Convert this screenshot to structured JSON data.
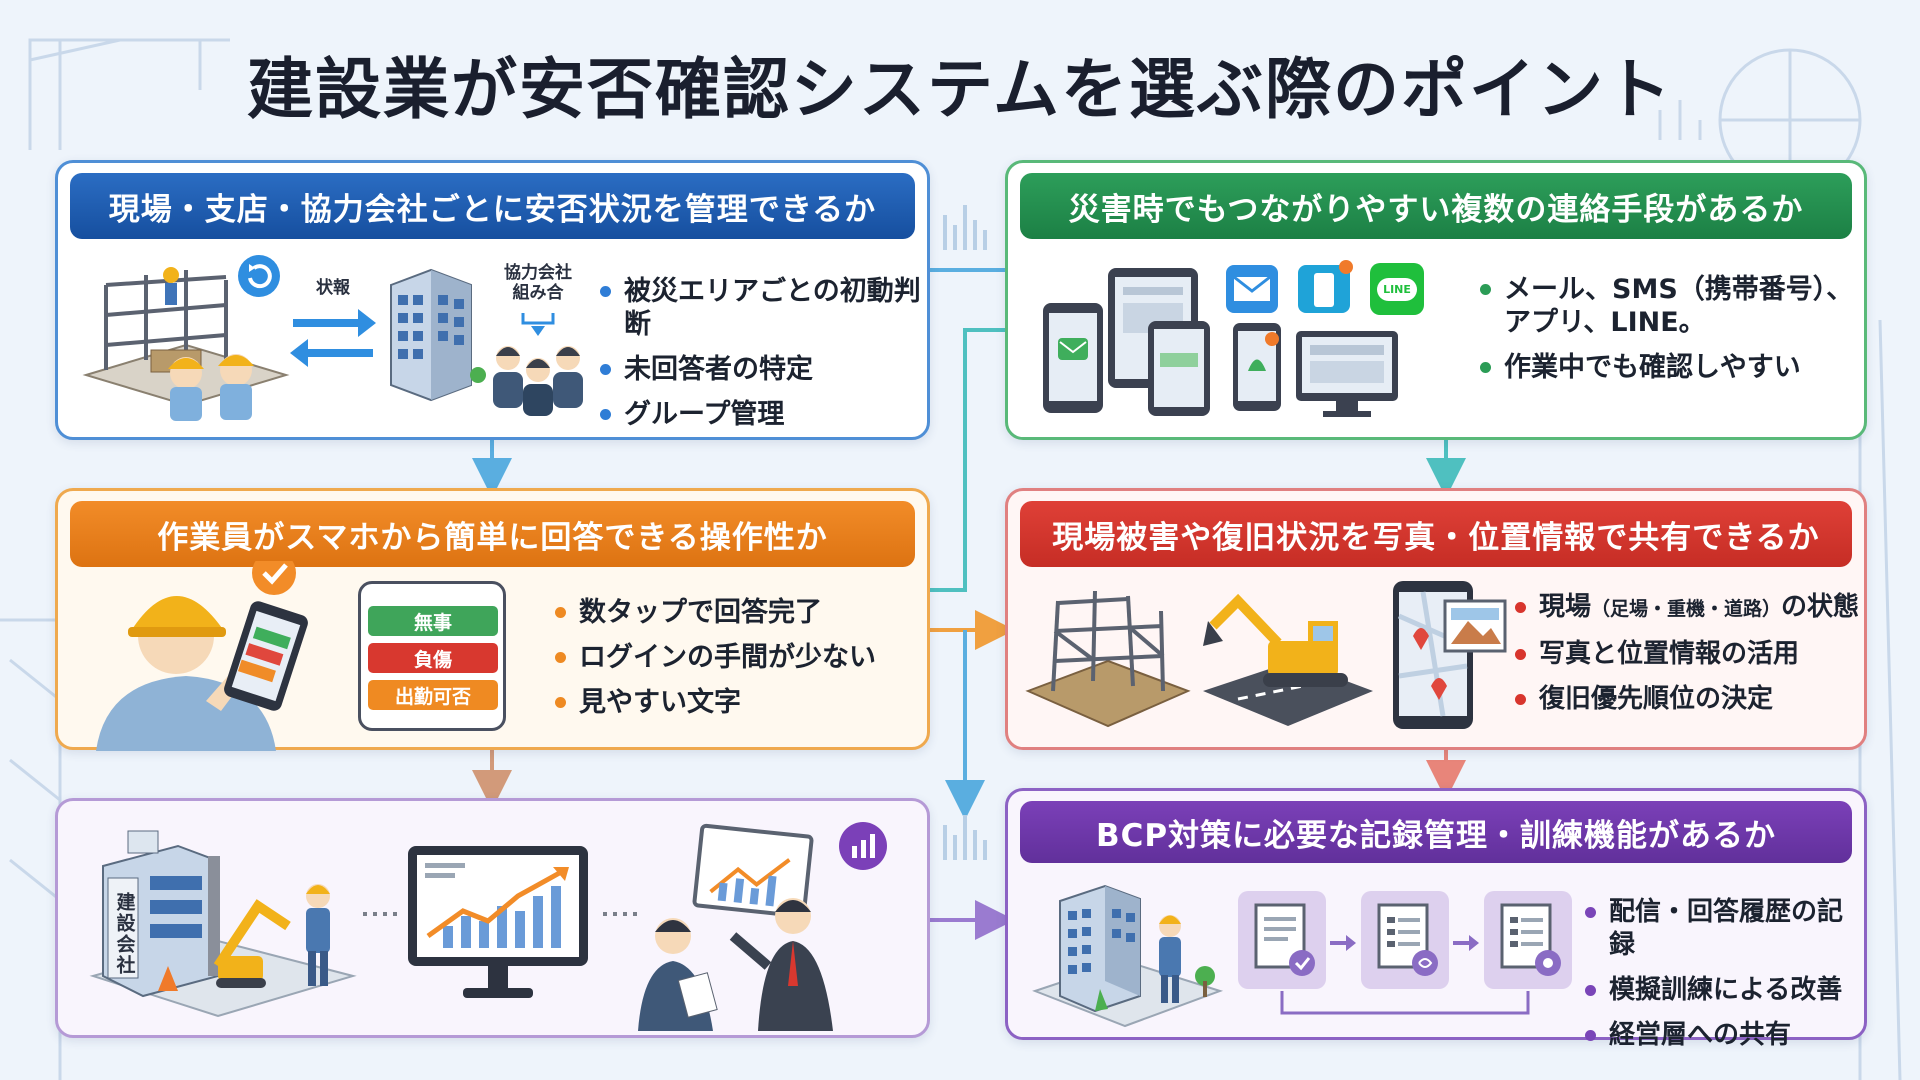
{
  "title": "建設業が安否確認システムを選ぶ際のポイント",
  "panels": {
    "site_management": {
      "header": "現場・支店・協力会社ごとに安否状況を管理できるか",
      "label_report": "状報",
      "label_partner": "協力会社\n組み合",
      "bullets": [
        "被災エリアごとの初動判断",
        "未回答者の特定",
        "グループ管理"
      ]
    },
    "contact_methods": {
      "header": "災害時でもつながりやすい複数の連絡手段があるか",
      "bullet1_line1": "メール、SMS（携帯番号）、",
      "bullet1_line2": "アプリ、LINE。",
      "bullet2": "作業中でも確認しやすい",
      "line_icon_text": "LINE"
    },
    "smartphone_ops": {
      "header": "作業員がスマホから簡単に回答できる操作性か",
      "status_buttons": [
        "無事",
        "負傷",
        "出勤可否"
      ],
      "bullets": [
        "数タップで回答完了",
        "ログインの手間が少ない",
        "見やすい文字"
      ]
    },
    "damage_sharing": {
      "header": "現場被害や復旧状況を写真・位置情報で共有できるか",
      "bullet1_main": "現場",
      "bullet1_small": "（足場・重機・道路）",
      "bullet1_tail": "の状態",
      "bullets_rest": [
        "写真と位置情報の活用",
        "復旧優先順位の決定"
      ]
    },
    "reporting": {
      "building_sign": "建設会社"
    },
    "bcp": {
      "header": "BCP対策に必要な記録管理・訓練機能があるか",
      "bullets": [
        "配信・回答履歴の記録",
        "模擬訓練による改善",
        "経営層への共有"
      ]
    }
  },
  "colors": {
    "blue": "#1f5fb3",
    "green": "#22934f",
    "orange": "#ee8a22",
    "red": "#d8352d",
    "purple": "#6f3aad"
  }
}
